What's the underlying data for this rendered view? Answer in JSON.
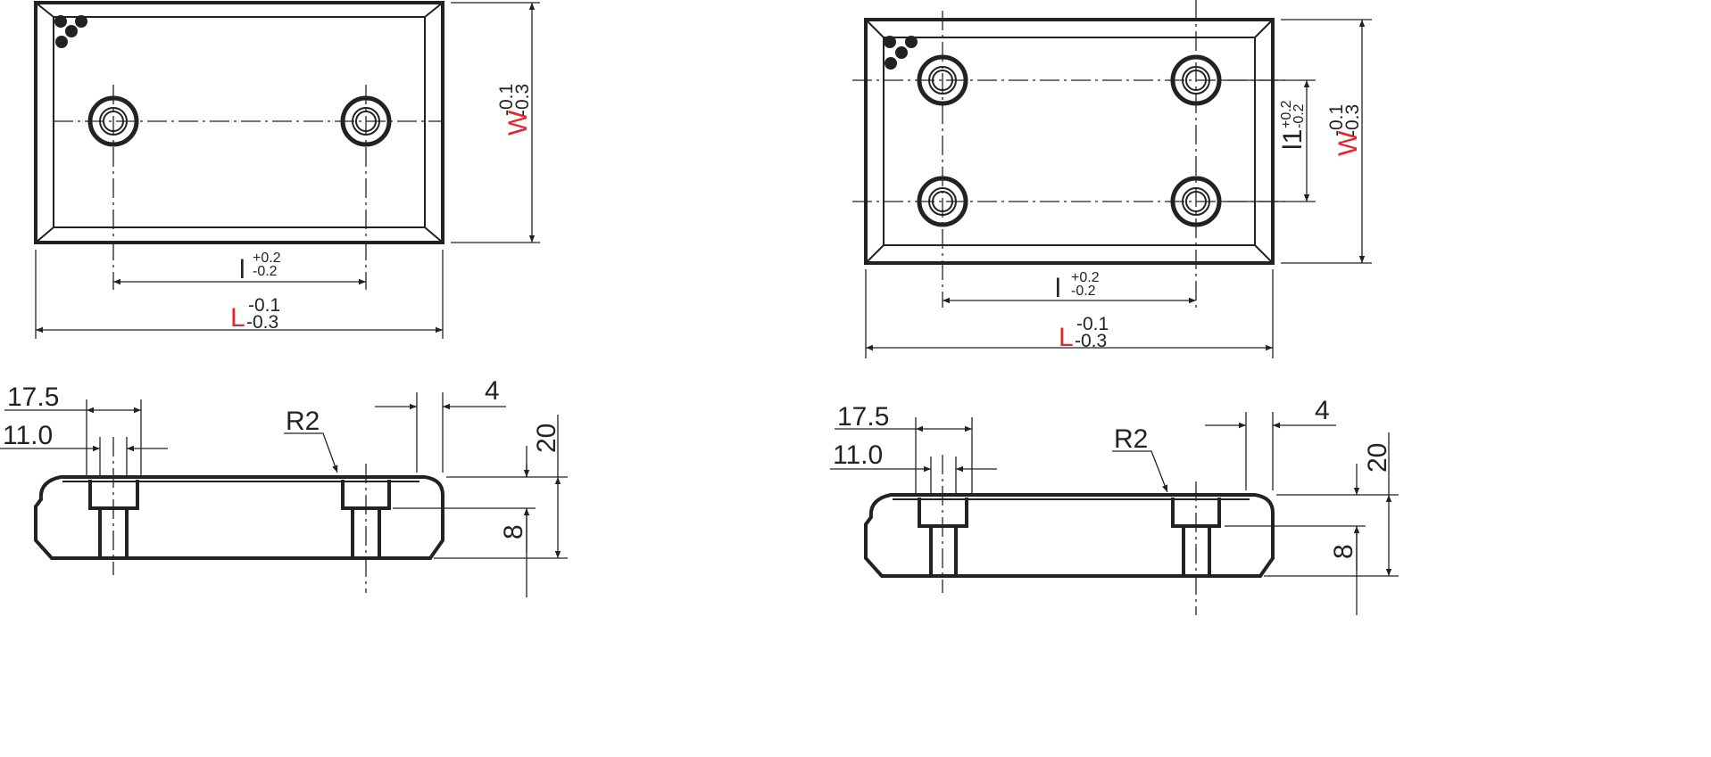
{
  "colors": {
    "line": "#222222",
    "highlight": "#e0282e"
  },
  "top_view_two_holes": {
    "l_label": "l",
    "l_upper": "+0.2",
    "l_lower": "-0.2",
    "L_label": "L",
    "L_upper": "-0.1",
    "L_lower": "-0.3",
    "W_label": "W",
    "W_upper": "-0.1",
    "W_lower": "-0.3"
  },
  "top_view_four_holes": {
    "l_label": "l",
    "l_upper": "+0.2",
    "l_lower": "-0.2",
    "l1_label": "l1",
    "l1_upper": "+0.2",
    "l1_lower": "-0.2",
    "L_label": "L",
    "L_upper": "-0.1",
    "L_lower": "-0.3",
    "W_label": "W",
    "W_upper": "-0.1",
    "W_lower": "-0.3"
  },
  "side_view_left": {
    "counterbore_dia": "17.5",
    "hole_dia": "11.0",
    "radius": "R2",
    "chamfer": "4",
    "height": "20",
    "counterbore_depth": "8"
  },
  "side_view_right": {
    "counterbore_dia": "17.5",
    "hole_dia": "11.0",
    "radius": "R2",
    "chamfer": "4",
    "height": "20",
    "counterbore_depth": "8"
  }
}
